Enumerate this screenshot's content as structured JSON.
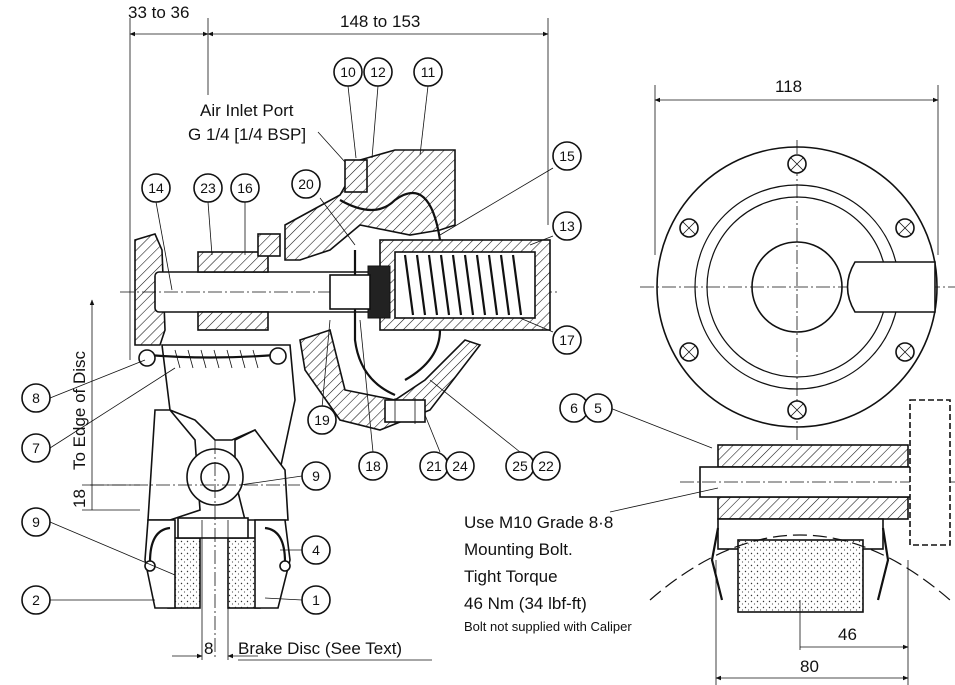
{
  "dimensions": {
    "left_offset": "33 to 36",
    "overall_length": "148 to 153",
    "width_118": "118",
    "edge_label": "To Edge of Disc",
    "edge_value": "18",
    "pad_gap": "8",
    "dim_46": "46",
    "dim_80": "80"
  },
  "notes": {
    "air_inlet_line1": "Air Inlet Port",
    "air_inlet_line2": "G 1/4 [1/4 BSP]",
    "brake_disc": "Brake Disc (See Text)",
    "bolt_line1": "Use M10 Grade 8·8",
    "bolt_line2": "Mounting Bolt.",
    "bolt_line3": "Tight Torque",
    "bolt_line4": "46 Nm (34 lbf-ft)",
    "bolt_line5": "Bolt not supplied with Caliper"
  },
  "balloons": [
    "10",
    "12",
    "11",
    "15",
    "14",
    "23",
    "16",
    "20",
    "13",
    "17",
    "19",
    "8",
    "7",
    "6",
    "5",
    "18",
    "21",
    "24",
    "25",
    "22",
    "9",
    "9",
    "4",
    "2",
    "1"
  ]
}
